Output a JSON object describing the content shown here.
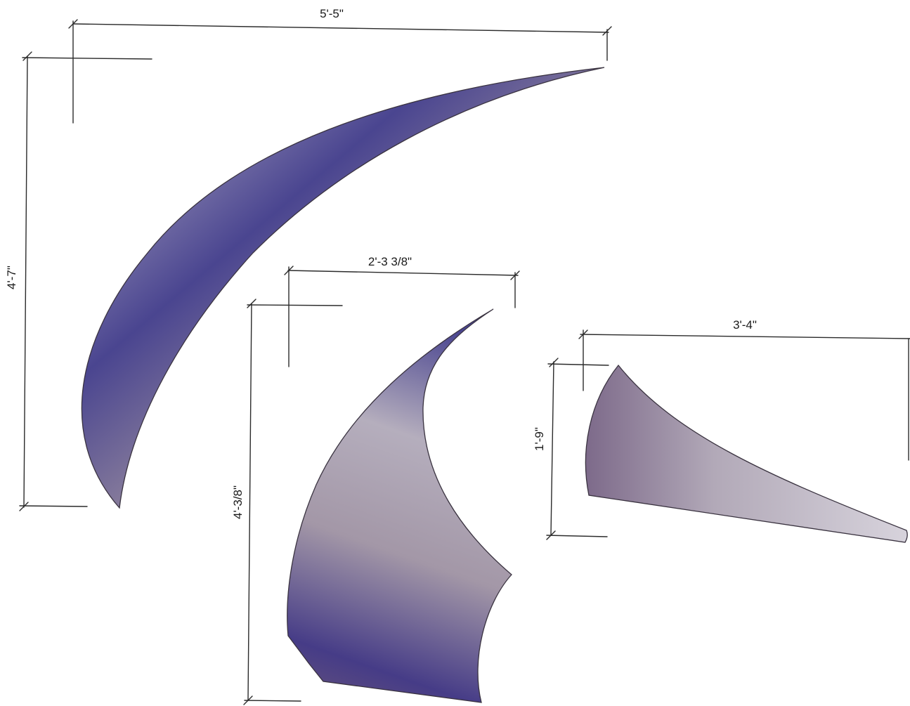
{
  "pieces": [
    {
      "id": "piece-1",
      "width_label": "5'-5\"",
      "height_label": "4'-7\""
    },
    {
      "id": "piece-2",
      "width_label": "2'-3 3/8\"",
      "height_label": "4'-3/8\""
    },
    {
      "id": "piece-3",
      "width_label": "3'-4\"",
      "height_label": "1'-9\""
    }
  ],
  "colors": {
    "shape_dark": "#4a4590",
    "shape_mid": "#8a7a95",
    "shape_light": "#b9b3c2",
    "line": "#2b2b2b"
  }
}
